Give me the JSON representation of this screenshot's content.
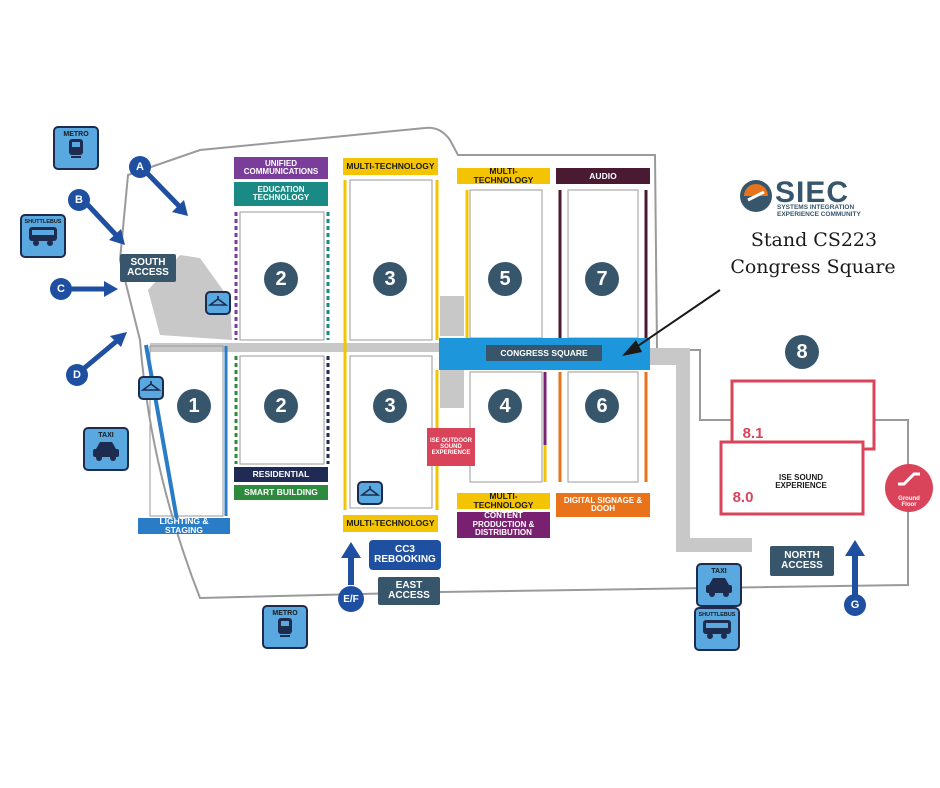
{
  "logo": {
    "name": "SIEC",
    "tagline_1": "SYSTEMS INTEGRATION",
    "tagline_2": "EXPERIENCE COMMUNITY"
  },
  "callout": {
    "line1": "Stand CS223",
    "line2": "Congress Square"
  },
  "halls": {
    "h1": "1",
    "h2a": "2",
    "h2b": "2",
    "h3a": "3",
    "h3b": "3",
    "h4": "4",
    "h5": "5",
    "h6": "6",
    "h7": "7",
    "h8": "8"
  },
  "hall_tags": {
    "unified": "UNIFIED COMMUNICATIONS",
    "education": "EDUCATION TECHNOLOGY",
    "residential": "RESIDENTIAL",
    "smart_building": "SMART BUILDING",
    "multi_tech_3_top": "MULTI-TECHNOLOGY",
    "multi_tech_3_bottom": "MULTI-TECHNOLOGY",
    "multi_tech_5": "MULTI-TECHNOLOGY",
    "multi_tech_4": "MULTI-TECHNOLOGY",
    "audio": "AUDIO",
    "content_production": "CONTENT PRODUCTION & DISTRIBUTION",
    "digital_signage": "DIGITAL SIGNAGE & DOOH",
    "lighting": "LIGHTING & STAGING",
    "congress_square": "CONGRESS SQUARE",
    "outdoor_sound": "ISE OUTDOOR SOUND EXPERIENCE",
    "sound_experience": "ISE SOUND EXPERIENCE",
    "hall_81": "8.1",
    "hall_80": "8.0"
  },
  "access": {
    "south": "SOUTH ACCESS",
    "east": "EAST ACCESS",
    "north": "NORTH ACCESS",
    "cc3": "CC3 REBOOKING",
    "ground_floor": "Ground Floor"
  },
  "entrances": [
    "A",
    "B",
    "C",
    "D",
    "E/F",
    "G"
  ],
  "transport": {
    "metro": "METRO",
    "shuttlebus": "SHUTTLEBUS",
    "taxi": "TAXI"
  },
  "colors": {
    "unified": "#7a3d9a",
    "education": "#1a8a85",
    "residential": "#1f2a55",
    "smart_building": "#2e8b3e",
    "multi_tech": "#f5c400",
    "audio": "#4a1a33",
    "content_production": "#7a2070",
    "digital_signage": "#e8731a",
    "lighting": "#2a7cc7",
    "congress_square": "#1e96db",
    "hall_8": "#d9445a",
    "hall_number": "#37566b",
    "entrance": "#1e4fa1",
    "transport_bg": "#5aa8e0",
    "outline": "#9a9a9a",
    "walkway": "#c8c8c8"
  },
  "icons": [
    "metro-icon",
    "shuttlebus-icon",
    "taxi-icon",
    "cloakroom-icon",
    "escalator-icon",
    "entrance-arrow-icon",
    "callout-arrow-icon"
  ]
}
